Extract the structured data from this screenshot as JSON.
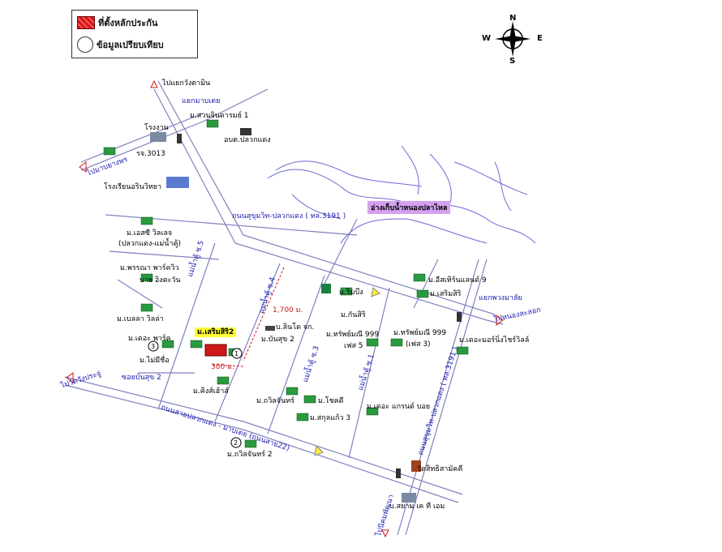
{
  "legend": {
    "collateral": "ที่ตั้งหลักประกัน",
    "comparable": "ข้อมูลเปรียบเทียบ"
  },
  "compass": {
    "n": "N",
    "s": "S",
    "e": "E",
    "w": "W"
  },
  "roads": {
    "sukhumvit_pluakdaeng": "ถนนสุขุมวิท-ปลวกแดง ( ทล.3191 )",
    "sukhumvit_pluakdaeng_2": "ถนนสุขุมวิท-ปลวกแดง ( ทล.3191 )",
    "sai_pluakdaeng": "ถนนสายปลวกแดง - มาบเตย (ถนนสาย22)",
    "rj3013": "รจ.3013",
    "soi_5": "แม่น้ำคู้ ซ.5",
    "soi_4": "แม่น้ำคู้ ซ.4",
    "soi_3": "แม่น้ำคู้ ซ.3",
    "soi_1": "แม่น้ำคู้ ซ.1",
    "soi_bansuk2": "ซอยบันสุข 2"
  },
  "directions": {
    "to_wangtamin": "ไปแยกวังตามิน",
    "to_mabyangporn": "ไปมาบยางพร",
    "to_wangprasu": "ไปวัดวังประจู่",
    "to_nongla": "ไปหนองละลอก",
    "to_nikhom": "ไปนิคมพัฒนา"
  },
  "places": {
    "junction_mabtei": "แยกมาบเตย",
    "junction_puanglay": "แยกพวงมาลัย",
    "factory": "โรงงาน",
    "suan_chin": "ม.สวนจินดารมย์ 1",
    "obt": "อบต.ปลวกแดง",
    "school": "โรงเรียนอรินวิทยา",
    "lake": "อ่างเก็บน้ำหนองปลาไหล",
    "sc_village": "ม.เอสซี วิลเลจ",
    "sc_village_sub": "(ปลวกแดง-แม่น้ำคู้)",
    "prana": "ม.พรรณา พาร์ควิว",
    "bai": "บาย อิงตะวัน",
    "bella": "ม.เบลลา วิลล่า",
    "the_park": "ม.เดอะ พาร์ค",
    "mai_mi_chue": "ม.ไม่มีชื่อ",
    "sermsiri2": "ม.เสริมสิริ2",
    "linfo": "บ.ลินโด จก.",
    "bansuk2": "ม.บันสุข 2",
    "kingsee": "ม.คิงส์เฮ้าส์",
    "tawin_chan": "ม.ถวิลจันทร์",
    "chokdee": "ม.โชคดี",
    "sakun": "ม.สกุลแก้ว 3",
    "tawin_chan2": "ม.ถวิลจันทร์ 2",
    "rimbueng": "ม.ริมบึง",
    "kansiri": "ม.กันสิริ",
    "sap999": "ม.ทรัพย์มณี 999",
    "phase5": "เฟส 5",
    "sap999b": "ม.ทรัพย์มณี 999",
    "phase3": "(เฟส 3)",
    "eastern": "ม.อีสเทิร์นแลนด์ 9",
    "sermsiri": "ม.เสริมสิริ",
    "modern": "ม.เดอะมอร์นิ่งไชร์วิลล์",
    "grand": "ม.เดอะ แกรนด์ บอย",
    "wat": "วัดสิทธิสามัคคี",
    "siam": "บ.สยาม เค ที เอม"
  },
  "distances": {
    "d1700": "1,700 ม.",
    "d300": "300 ม."
  },
  "comparables": {
    "c1": "1",
    "c2": "2",
    "c3": "3"
  },
  "colors": {
    "road": "#8080c0",
    "river": "#6a6ad8",
    "red": "#d01818",
    "lake_label": "#d6a0f0"
  }
}
